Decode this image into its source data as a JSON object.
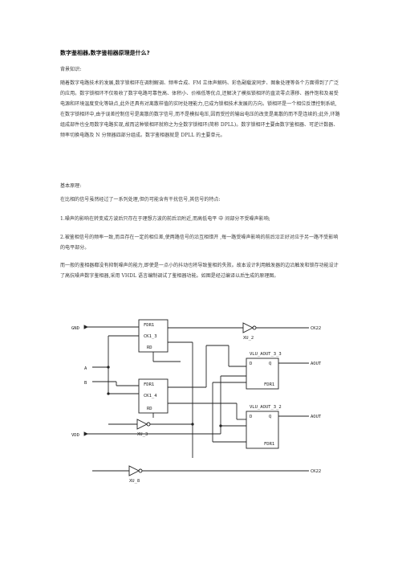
{
  "article": {
    "title": "数字鉴相器,数字鉴相器原理是什么?",
    "h_background": "背景知识:",
    "p_background": "随着数字电路技术的发展,数字锁相环在调制解调、频率合成、FM 立体声解码、彩色副载波同步、图象处理等各个方面得到了广泛的应用。数字锁相环不仅吸收了数字电路可靠性高、体积小、价格低等优点,还解决了模拟锁相环的直流零点漂移、器件饱和及易受电源和环境温度变化等缺点,此外还具有对离散样值的实时处理能力,已成为锁相技术发展的方向。锁相环是一个相位反馈控制系统,在数字锁相环中,由于误差控制信号是离散的数字信号,而不是模拟电压,因而受控的输出电压的改变是离散的而不是连续的;此外,环路组成部件也全用数字电路实现,故而这种锁相环就称之为全数字锁相环(简称 DPLL)。数字锁相环主要由数字鉴相器、可逆计数器、频率切换电路及 N 分频器四部分组成。数字鉴相器就是 DPLL 的主要单元。",
    "h_basic": "基本原理:",
    "p_basic": "在比相的信号虽然经过了一系列处理,但仍可能含有干扰信号,其信号的特点:",
    "p_item1": "1.噪声的影响在转变成方波后只存在于理想方波的前后沿附近,而高低电平 中 间部分不受噪声影响;",
    "p_item2": "2.被鉴相信号的频率一致,而且存在一定的相位差,使两路信号的沿互相错开 ,每一路受噪声影响的前后沿正好对应于另一路不受影响的电平部分。",
    "p_conclusion": "而一般的鉴相器都没有抑制噪声的能力,即使是一点小的抖动也将导致鉴相的失败。故本设计利用触发器的边沿触发和锁存功能设计了高抗噪声数字鉴相器,采用 VHDL 语言编制调试了鉴相器功能。如图是经过编译以后生成的原理图。"
  },
  "schematic": {
    "labels": {
      "gnd": "GND",
      "a": "A",
      "b": "B",
      "vdd": "VDD",
      "ff1": "FDR1",
      "ff1_clk": "CK1_3",
      "ff2": "FDR1",
      "ff2_clk": "CK1_4",
      "ff3": "FDR1",
      "ff4": "FDR1",
      "pin_d": "D",
      "pin_q": "Q",
      "pin_rd": "RD",
      "inv1": "XU_2",
      "inv2": "XU_3",
      "inv3": "XU_8",
      "u_aout": "VLU_AOUT_3_3",
      "u_bout": "VLU_AOUT_3_2",
      "out_ck": "CK22",
      "out_aout": "AOUT",
      "out_bout": "AOUT",
      "out_ck2": "CK22"
    }
  }
}
